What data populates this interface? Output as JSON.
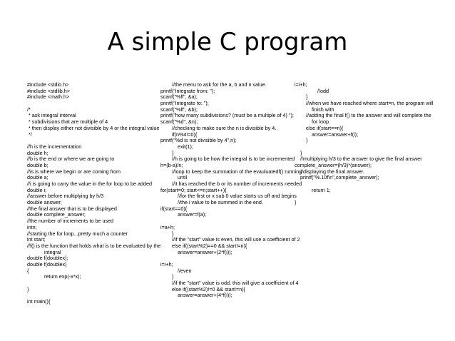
{
  "slide": {
    "title": "A simple C program",
    "columns": [
      {
        "lines": [
          "#include <stdio.h>",
          "#include <stdlib.h>",
          "#include <math.h>",
          "",
          "/*",
          " * ask integral interval",
          " * subdivisions that are multiple of 4",
          " * then display either not divisible by 4 or the integral value",
          " */",
          "",
          "//h is the incrementation",
          "double h;",
          "//b is the end or where we are going to",
          "double b;",
          "//is is where we begin or are coming from",
          "double a;",
          "//i is going to carry the value in the for loop to be added",
          "double i;",
          "//answer before multiplying by h/3",
          "double answer;",
          "//the final answer that is to be displayed",
          "double complete_answer;",
          "//the number of increments to be used",
          "intn;",
          "//starting the for loop...pretty much a counter",
          "int start;",
          "//f() is the function that holds what is to be evaluated by the",
          "            integral",
          "double f(doublex);",
          "double f(doublex)",
          "{",
          "            return exp(-x*x);",
          "",
          "}",
          "",
          "int main(){"
        ]
      },
      {
        "lines": [
          "        //the menu to ask for the a, b and n value.",
          "printf(\"integrate from: \");",
          "scanf(\"%lf\", &a);",
          "printf(\"integrate to: \");",
          "scanf(\"%lf\", &b);",
          "printf(\"how many subdivisions? (must be a multiple of 4) \");",
          "scanf(\"%d\", &n);",
          "        //checking to make sure the n is divisible by 4.",
          "        if(n%4!=0){",
          "printf(\"%d is not divisible by 4\",n);",
          "            exit(1);",
          "        }",
          "        //h is going to be how the integral is to be incremented",
          "h=(b-a)/n;",
          "        //loop to keep the summation of the evauluatedf() running",
          "            until",
          "        //it has reached the b or its number of increments needed",
          "for(start=0; start<=n;start++){",
          "            //for the first or x sub 0 value starts us off and begins",
          "            //the i value to be summed in the end.",
          "if(start==0){",
          "            answer=f(a);",
          "",
          "i=a+h;",
          "        }",
          "        //if the \"start\" value is even, this will use a coefficient of 2",
          "        else if((start%2)==0 && start!=n){",
          "            answer=answer+(2*f(i));",
          "",
          "i=i+h;",
          "            //even",
          "        }",
          "        //if the \"start\" value is odd, this will give a coefficient of 4",
          "        else if((start%2)!=0 && start!=n){",
          "            answer=answer+(4*f(i));"
        ]
      },
      {
        "lines": [
          "i=i+h;",
          "                //odd",
          "        }",
          "        //when we have reached where start=n, the program will",
          "            finish with",
          "        //adding the final f() to the answer and will complete the",
          "            for loop.",
          "        else if(start==n){",
          "            answer=answer+f(i);",
          "        }",
          "",
          "    }",
          "    //multiplying h/3 to the answer to give the final answer",
          "complete_answer=(h/3)*(answer);",
          "    //displaying the final answer.",
          "    printf(\"%.10f\\n\",complete_answer);",
          "",
          "            return 1;",
          "",
          "}"
        ]
      }
    ]
  }
}
